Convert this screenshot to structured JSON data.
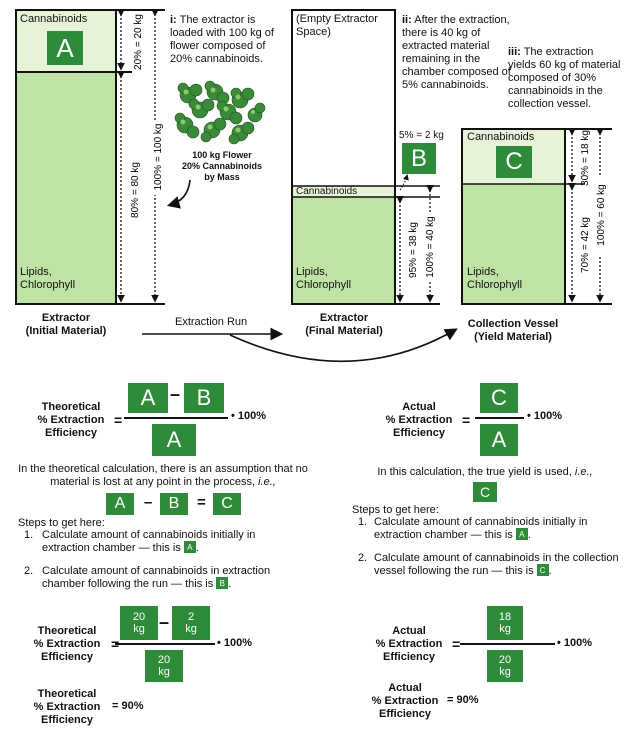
{
  "colors": {
    "dark_green": "#2e8b3a",
    "light_green": "#bfe3a5",
    "pale_green": "#e6f3d8"
  },
  "extractor1": {
    "cannabinoids": "Cannabinoids",
    "box_letter": "A",
    "lipids": "Lipids,\nChlorophyll",
    "dim_20": "20% = 20 kg",
    "dim_80": "80% = 80 kg",
    "dim_100": "100% = 100 kg",
    "caption": "Extractor\n(Initial Material)"
  },
  "step_i": {
    "label": "i:",
    "text": "The extractor is loaded with 100 kg of flower composed of 20% cannabinoids."
  },
  "flower_caption": "100 kg Flower\n20% Cannabinoids\nby Mass",
  "extractor2": {
    "empty": "(Empty Extractor\nSpace)",
    "cannabinoids": "Cannabinoids",
    "lipids": "Lipids,\nChlorophyll",
    "pct_label": "5% = 2 kg",
    "box_letter": "B",
    "dim_95": "95% = 38 kg",
    "dim_100": "100% = 40 kg",
    "caption": "Extractor\n(Final Material)"
  },
  "step_ii": {
    "label": "ii:",
    "text": "After the extraction, there is 40 kg of extracted material remaining in the chamber composed of 5% cannabinoids."
  },
  "step_iii": {
    "label": "iii:",
    "text": "The extraction yields 60 kg of material composed of 30% cannabinoids in the collection vessel."
  },
  "vessel": {
    "cannabinoids": "Cannabinoids",
    "box_letter": "C",
    "lipids": "Lipids,\nChlorophyll",
    "dim_30": "30% = 18 kg",
    "dim_70": "70% = 42 kg",
    "dim_100": "100% = 60 kg",
    "caption": "Collection Vessel\n(Yield Material)"
  },
  "extraction_run": "Extraction Run",
  "theoretical": {
    "label": "Theoretical\n% Extraction\nEfficiency",
    "equals": "=",
    "num_a": "A",
    "minus": "–",
    "num_b": "B",
    "den": "A",
    "times": "• 100%",
    "para": "In the theoretical calculation, there is an assumption that no material is lost at any point in the process,",
    "para_ie": "i.e.,",
    "eq_a": "A",
    "eq_minus": "–",
    "eq_b": "B",
    "eq_eq": "=",
    "eq_c": "C",
    "steps_title": "Steps to get here:",
    "step1_num": "1.",
    "step1": "Calculate amount of cannabinoids initially in extraction chamber — this is",
    "step1_box": "A",
    "step1_end": ".",
    "step2_num": "2.",
    "step2": "Calculate amount of cannabinoids in extraction chamber following the run — this is",
    "step2_box": "B",
    "step2_end": ".",
    "n1_val": "20",
    "n1_unit": "kg",
    "n2_val": "2",
    "n2_unit": "kg",
    "d_val": "20",
    "d_unit": "kg",
    "result_label": "Theoretical\n% Extraction\nEfficiency",
    "result_value": "= 90%"
  },
  "actual": {
    "label": "Actual\n% Extraction\nEfficiency",
    "equals": "=",
    "num_c": "C",
    "den": "A",
    "times": "• 100%",
    "para": "In this calculation, the true yield is used,",
    "para_ie": "i.e.,",
    "eq_c": "C",
    "steps_title": "Steps to get here:",
    "step1_num": "1.",
    "step1": "Calculate amount of cannabinoids initially in extraction chamber — this is",
    "step1_box": "A",
    "step1_end": ".",
    "step2_num": "2.",
    "step2": "Calculate amount of cannabinoids in the collection vessel following the run — this is",
    "step2_box": "C",
    "step2_end": ".",
    "n_val": "18",
    "n_unit": "kg",
    "d_val": "20",
    "d_unit": "kg",
    "result_label": "Actual\n% Extraction\nEfficiency",
    "result_value": "= 90%"
  }
}
